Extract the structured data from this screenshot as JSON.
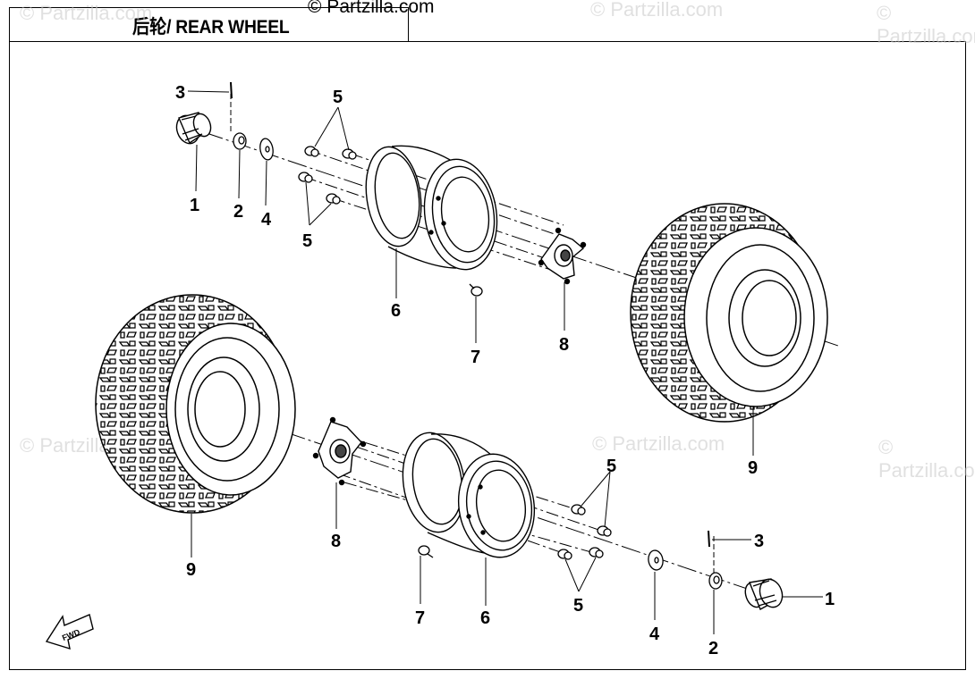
{
  "header": {
    "title": "后轮/ REAR WHEEL",
    "copyright": "© Partzilla.com"
  },
  "watermarks": [
    "© Partzilla.com",
    "© Partzilla.com",
    "© Partzilla.com",
    "© Partzilla.com",
    "© Partzilla.com",
    "© Partzilla.com"
  ],
  "fwd_label": "FWD",
  "callouts": {
    "c1a": "1",
    "c2a": "2",
    "c3a": "3",
    "c4a": "4",
    "c5a": "5",
    "c5b": "5",
    "c6a": "6",
    "c7a": "7",
    "c8a": "8",
    "c9a": "9",
    "c9b": "9",
    "c8b": "8",
    "c5c": "5",
    "c5d": "5",
    "c3b": "3",
    "c1b": "1",
    "c7b": "7",
    "c6b": "6",
    "c4b": "4",
    "c2b": "2"
  }
}
